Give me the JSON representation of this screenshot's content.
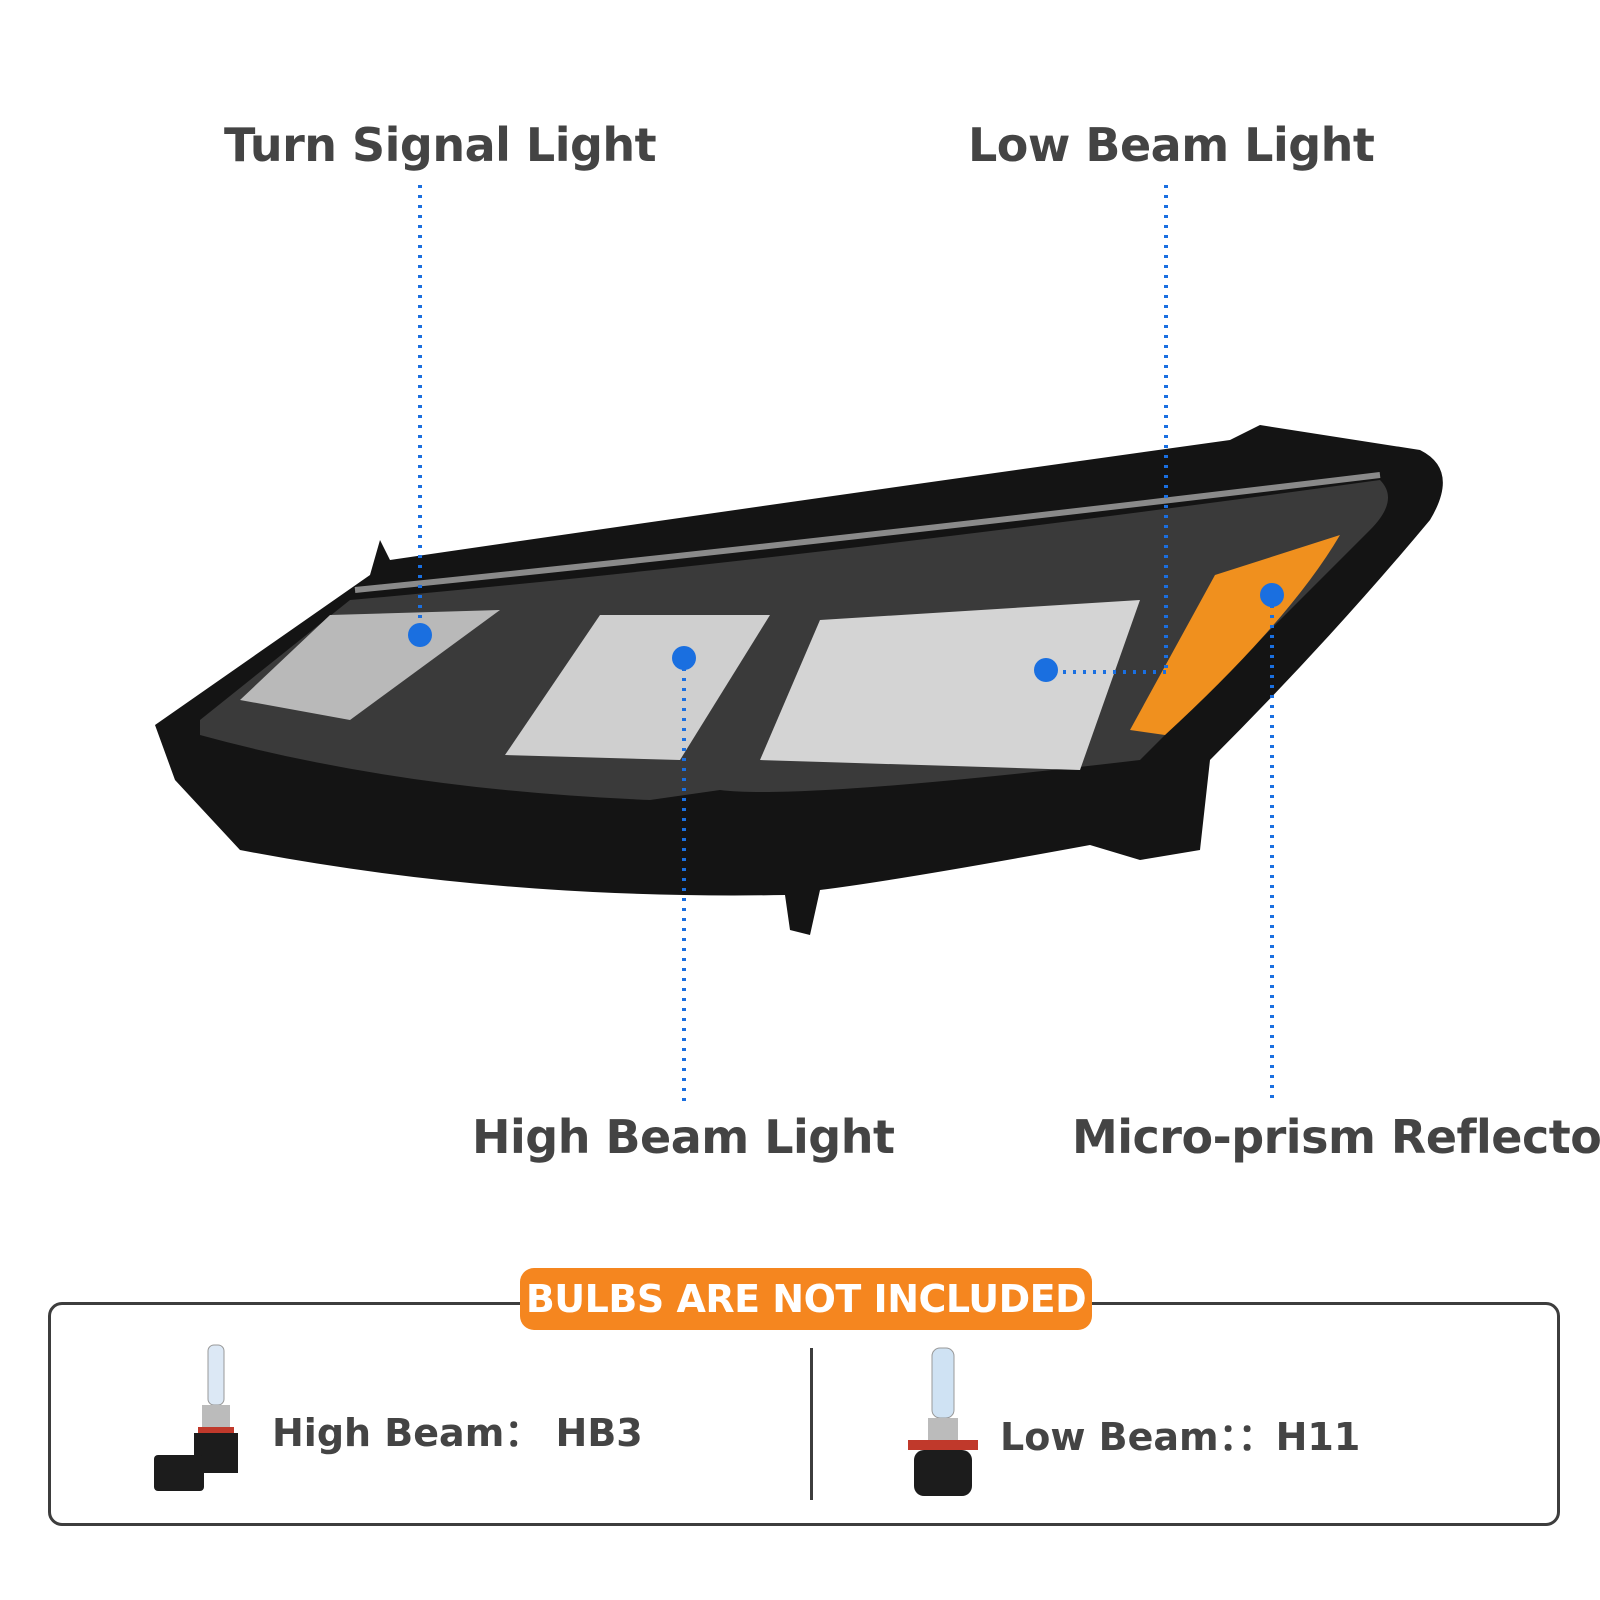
{
  "callouts": {
    "turn_signal": "Turn Signal Light",
    "low_beam": "Low Beam Light",
    "high_beam": "High Beam Light",
    "reflector": "Micro-prism Reflector"
  },
  "notice": {
    "badge": "BULBS ARE NOT INCLUDED",
    "high_beam": "High Beam：  HB3",
    "low_beam": "Low Beam：：H11"
  },
  "colors": {
    "accent_blue": "#1a6fe0",
    "badge_orange": "#f5861f",
    "text": "#444444"
  }
}
